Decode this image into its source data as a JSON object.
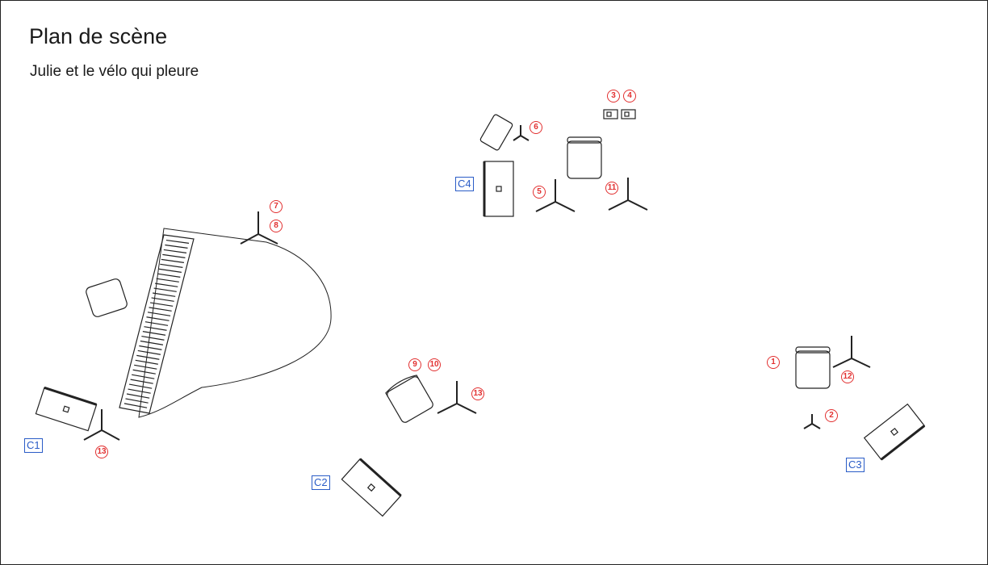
{
  "title": "Plan de scène",
  "subtitle": "Julie et le vélo qui pleure",
  "colors": {
    "camera_label": "#2a5cc7",
    "number": "#e23030",
    "ink": "#222222"
  },
  "cameras": [
    {
      "id": "c1",
      "label": "C1"
    },
    {
      "id": "c2",
      "label": "C2"
    },
    {
      "id": "c3",
      "label": "C3"
    },
    {
      "id": "c4",
      "label": "C4"
    }
  ],
  "numbers": [
    "1",
    "2",
    "3",
    "4",
    "5",
    "6",
    "7",
    "8",
    "9",
    "10",
    "11",
    "12",
    "13",
    "13"
  ],
  "icons": [
    "grand-piano-icon",
    "stool-icon",
    "drum-icon",
    "mic-stand-icon",
    "camera-icon",
    "di-box-icon",
    "chair-icon"
  ]
}
